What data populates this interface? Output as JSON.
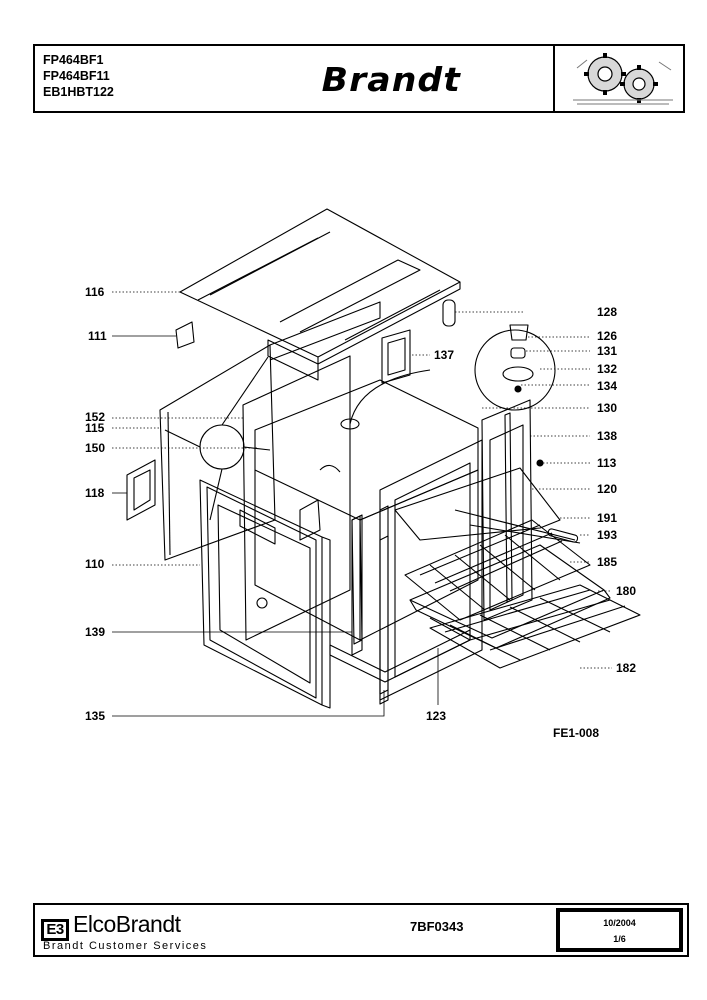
{
  "header": {
    "models": [
      "FP464BF1",
      "FP464BF11",
      "EB1HBT122"
    ],
    "logo": "Brandt"
  },
  "labels": {
    "116": "116",
    "111": "111",
    "152": "152",
    "115": "115",
    "150": "150",
    "118": "118",
    "110": "110",
    "139": "139",
    "135": "135",
    "128": "128",
    "126": "126",
    "131": "131",
    "132": "132",
    "134": "134",
    "137": "137",
    "130": "130",
    "138": "138",
    "113": "113",
    "120": "120",
    "191": "191",
    "193": "193",
    "185": "185",
    "180": "180",
    "182": "182",
    "123": "123"
  },
  "reference": "FE1-008",
  "footer": {
    "eb_mark": "E3",
    "brand": "ElcoBrandt",
    "subtitle": "Brandt Customer Services",
    "doc_code": "7BF0343",
    "date": "10/2004",
    "page": "1/6"
  }
}
